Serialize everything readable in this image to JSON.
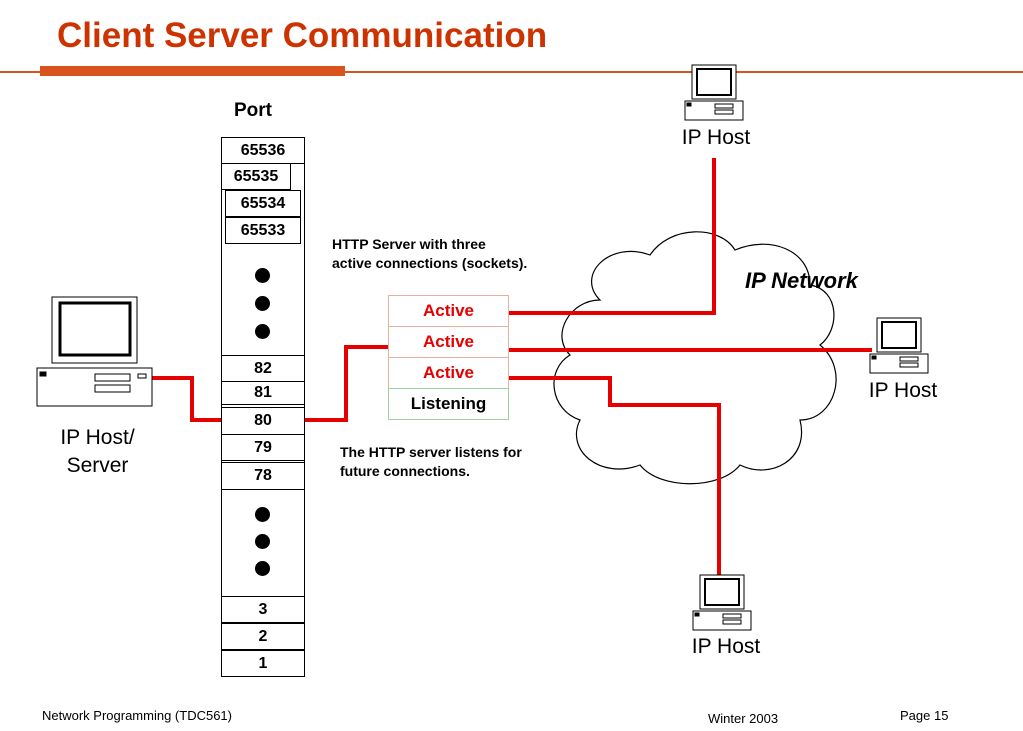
{
  "title": "Client Server Communication",
  "port_header": "Port",
  "ports_top": [
    "65536",
    "65535",
    "65534",
    "65533"
  ],
  "ports_mid": [
    "82",
    "81",
    "80",
    "79",
    "78"
  ],
  "ports_bottom": [
    "3",
    "2",
    "1"
  ],
  "server_caption_line1": "HTTP Server with three",
  "server_caption_line2": "active connections (sockets).",
  "listen_caption_line1": "The HTTP server listens for",
  "listen_caption_line2": "future connections.",
  "sockets": [
    "Active",
    "Active",
    "Active",
    "Listening"
  ],
  "network_label": "IP Network",
  "hosts": {
    "server_line1": "IP Host/",
    "server_line2": "Server",
    "top": "IP Host",
    "right": "IP Host",
    "bottom": "IP Host"
  },
  "footer": {
    "course": "Network Programming (TDC561)",
    "term": "Winter 2003",
    "page": "Page 15"
  },
  "colors": {
    "title": "#cc3300",
    "connection": "#e60000",
    "active_text": "#e60000",
    "rule": "#d9531e"
  }
}
